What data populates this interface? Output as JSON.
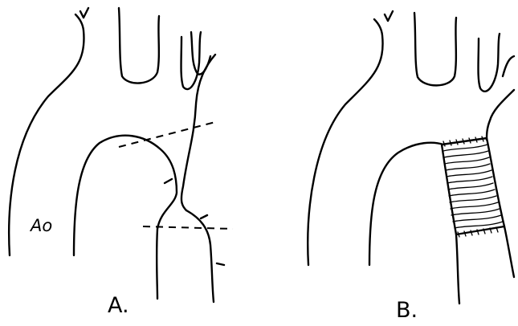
{
  "panels": [
    {
      "id": "A",
      "label": "A."
    },
    {
      "id": "B",
      "label": "B."
    }
  ],
  "annotations": {
    "aorta_label": "Ao"
  },
  "colors": {
    "line": "#000000",
    "background": "#ffffff"
  }
}
